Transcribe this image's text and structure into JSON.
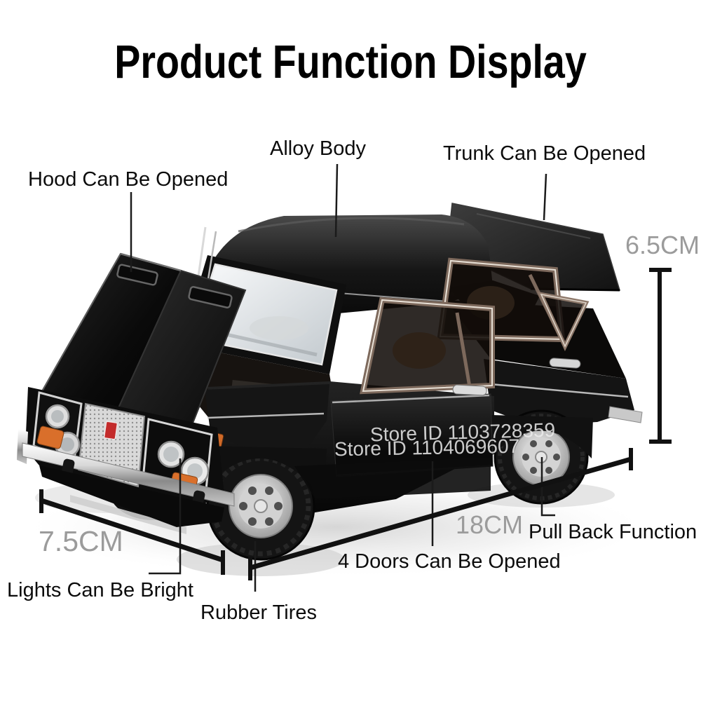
{
  "title": "Product Function Display",
  "annotations": {
    "hood": "Hood Can Be Opened",
    "alloy_body": "Alloy Body",
    "trunk": "Trunk Can Be Opened",
    "lights": "Lights Can Be Bright",
    "rubber_tires": "Rubber Tires",
    "doors": "4 Doors Can Be Opened",
    "pull_back": "Pull Back Function"
  },
  "dimensions": {
    "height": "6.5CM",
    "front_width": "7.5CM",
    "length": "18CM"
  },
  "watermarks": {
    "line1": "Store ID 1103728359",
    "line2": "Store ID 1104069607"
  },
  "colors": {
    "background": "#ffffff",
    "car_body": "#0d0d0d",
    "chrome": "#d6d6d6",
    "window_frame_chrome": "#8f7a6c",
    "indicator_orange": "#d96f2b",
    "badge_red": "#c32b2b",
    "annotation_line": "#1b1b1b",
    "dimension_text": "#9b9b9b",
    "label_text": "#0c0c0c",
    "watermark_text": "#ececec"
  }
}
